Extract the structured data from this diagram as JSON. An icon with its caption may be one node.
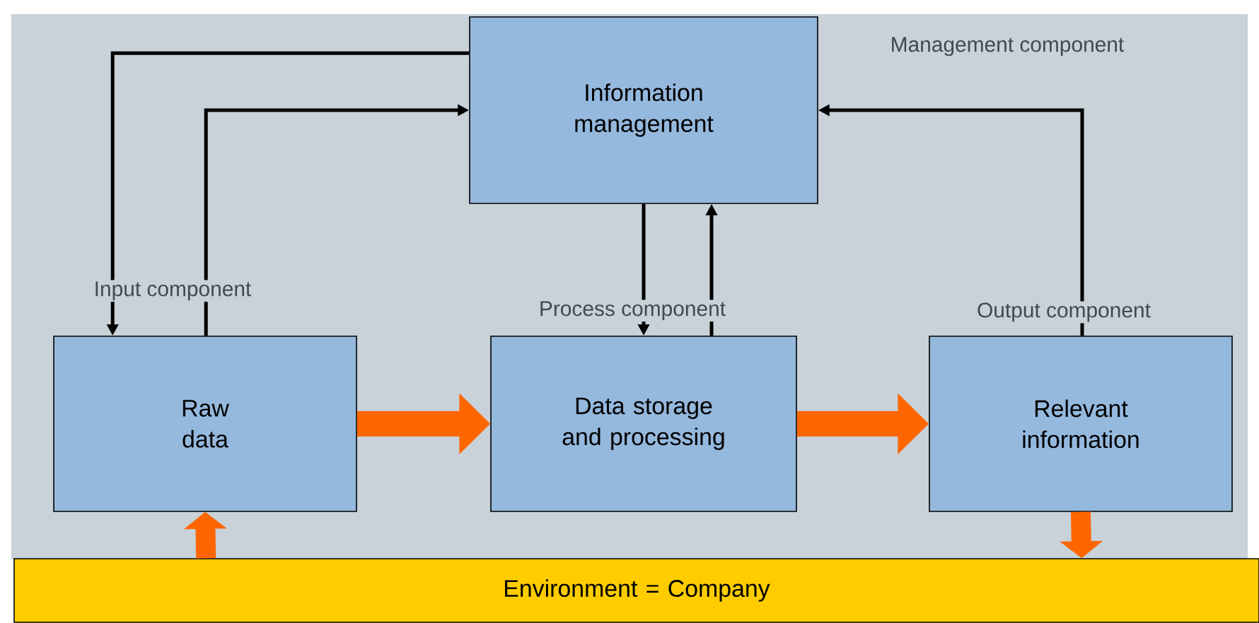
{
  "diagram": {
    "nodes": [
      {
        "text": [
          "Information management"
        ]
      },
      {
        "text": [
          "Raw data"
        ]
      },
      {
        "text": [
          "Data storage and processing"
        ]
      },
      {
        "text": [
          "Relevant information"
        ]
      },
      {
        "text": [
          "Environment = Company"
        ]
      }
    ],
    "edges": [
      {
        "from": 0,
        "to": 1,
        "arrow": "to"
      },
      {
        "from": 1,
        "to": 0,
        "arrow": "to"
      },
      {
        "from": 0,
        "to": 2,
        "arrow": "to"
      },
      {
        "from": 2,
        "to": 0,
        "arrow": "to"
      },
      {
        "from": 3,
        "to": 0,
        "arrow": "to"
      },
      {
        "from": 1,
        "to": 2,
        "arrow": "to",
        "style": "thick",
        "color": "#ff6600"
      },
      {
        "from": 2,
        "to": 3,
        "arrow": "to",
        "style": "thick",
        "color": "#ff6600"
      },
      {
        "from": 4,
        "to": 1,
        "arrow": "to",
        "style": "thick",
        "color": "#ff6600"
      },
      {
        "from": 3,
        "to": 4,
        "arrow": "to",
        "style": "thick",
        "color": "#ff6600"
      }
    ],
    "labels": [
      "Management component",
      "Input component",
      "Process component",
      "Output component"
    ]
  }
}
